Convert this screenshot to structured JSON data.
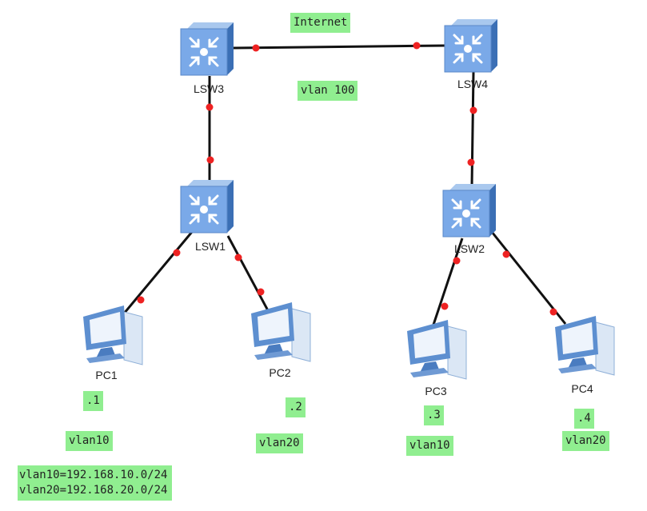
{
  "devices": {
    "lsw3": {
      "label": "LSW3",
      "type": "switch"
    },
    "lsw4": {
      "label": "LSW4",
      "type": "switch"
    },
    "lsw1": {
      "label": "LSW1",
      "type": "switch"
    },
    "lsw2": {
      "label": "LSW2",
      "type": "switch"
    },
    "pc1": {
      "label": "PC1",
      "type": "pc"
    },
    "pc2": {
      "label": "PC2",
      "type": "pc"
    },
    "pc3": {
      "label": "PC3",
      "type": "pc"
    },
    "pc4": {
      "label": "PC4",
      "type": "pc"
    }
  },
  "notes": {
    "internet": "Internet",
    "vlan100": "vlan 100",
    "pc1_ip": ".1",
    "pc2_ip": ".2",
    "pc3_ip": ".3",
    "pc4_ip": ".4",
    "pc1_vlan": "vlan10",
    "pc2_vlan": "vlan20",
    "pc3_vlan": "vlan10",
    "pc4_vlan": "vlan20",
    "subnet_vlan10": "vlan10=192.168.10.0/24",
    "subnet_vlan20": "vlan20=192.168.20.0/24"
  },
  "colors": {
    "note_bg": "#90ee90",
    "port_dot": "#ee2222",
    "link": "#111111"
  }
}
